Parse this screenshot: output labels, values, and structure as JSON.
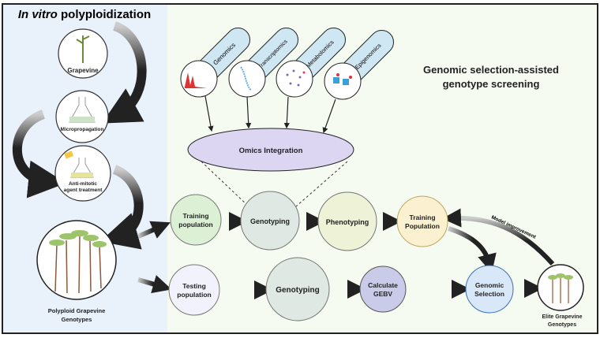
{
  "left_panel": {
    "title_italic": "In vitro",
    "title_rest": " polyploidization",
    "steps": [
      "Grapevine",
      "Micropropagation",
      "Anti-mitotic",
      "agent treatment"
    ],
    "result": [
      "Polyploid Grapevine",
      "Genotypes"
    ]
  },
  "right_panel": {
    "title": [
      "Genomic selection-assisted",
      "genotype screening"
    ],
    "omics": [
      "Genomics",
      "Transcriptomics",
      "Metabolomics",
      "Epigenomics"
    ],
    "integration": "Omics Integration",
    "row1": [
      [
        "Training",
        "population"
      ],
      [
        "Genotyping"
      ],
      [
        "Phenotyping"
      ],
      [
        "Training",
        "Population"
      ]
    ],
    "row2": [
      [
        "Testing",
        "population"
      ],
      [
        "Genotyping"
      ],
      [
        "Calculate",
        "GEBV"
      ],
      [
        "Genomic",
        "Selection"
      ]
    ],
    "elite": [
      "Elite  Grapevine",
      "Genotypes"
    ],
    "model_improvement": "Model improvement"
  },
  "colors": {
    "left_bg": "#e9f1fb",
    "right_bg": "#f5fbf1",
    "omics_pill": "#cfe7f3",
    "integration": "#ddd6f3"
  }
}
